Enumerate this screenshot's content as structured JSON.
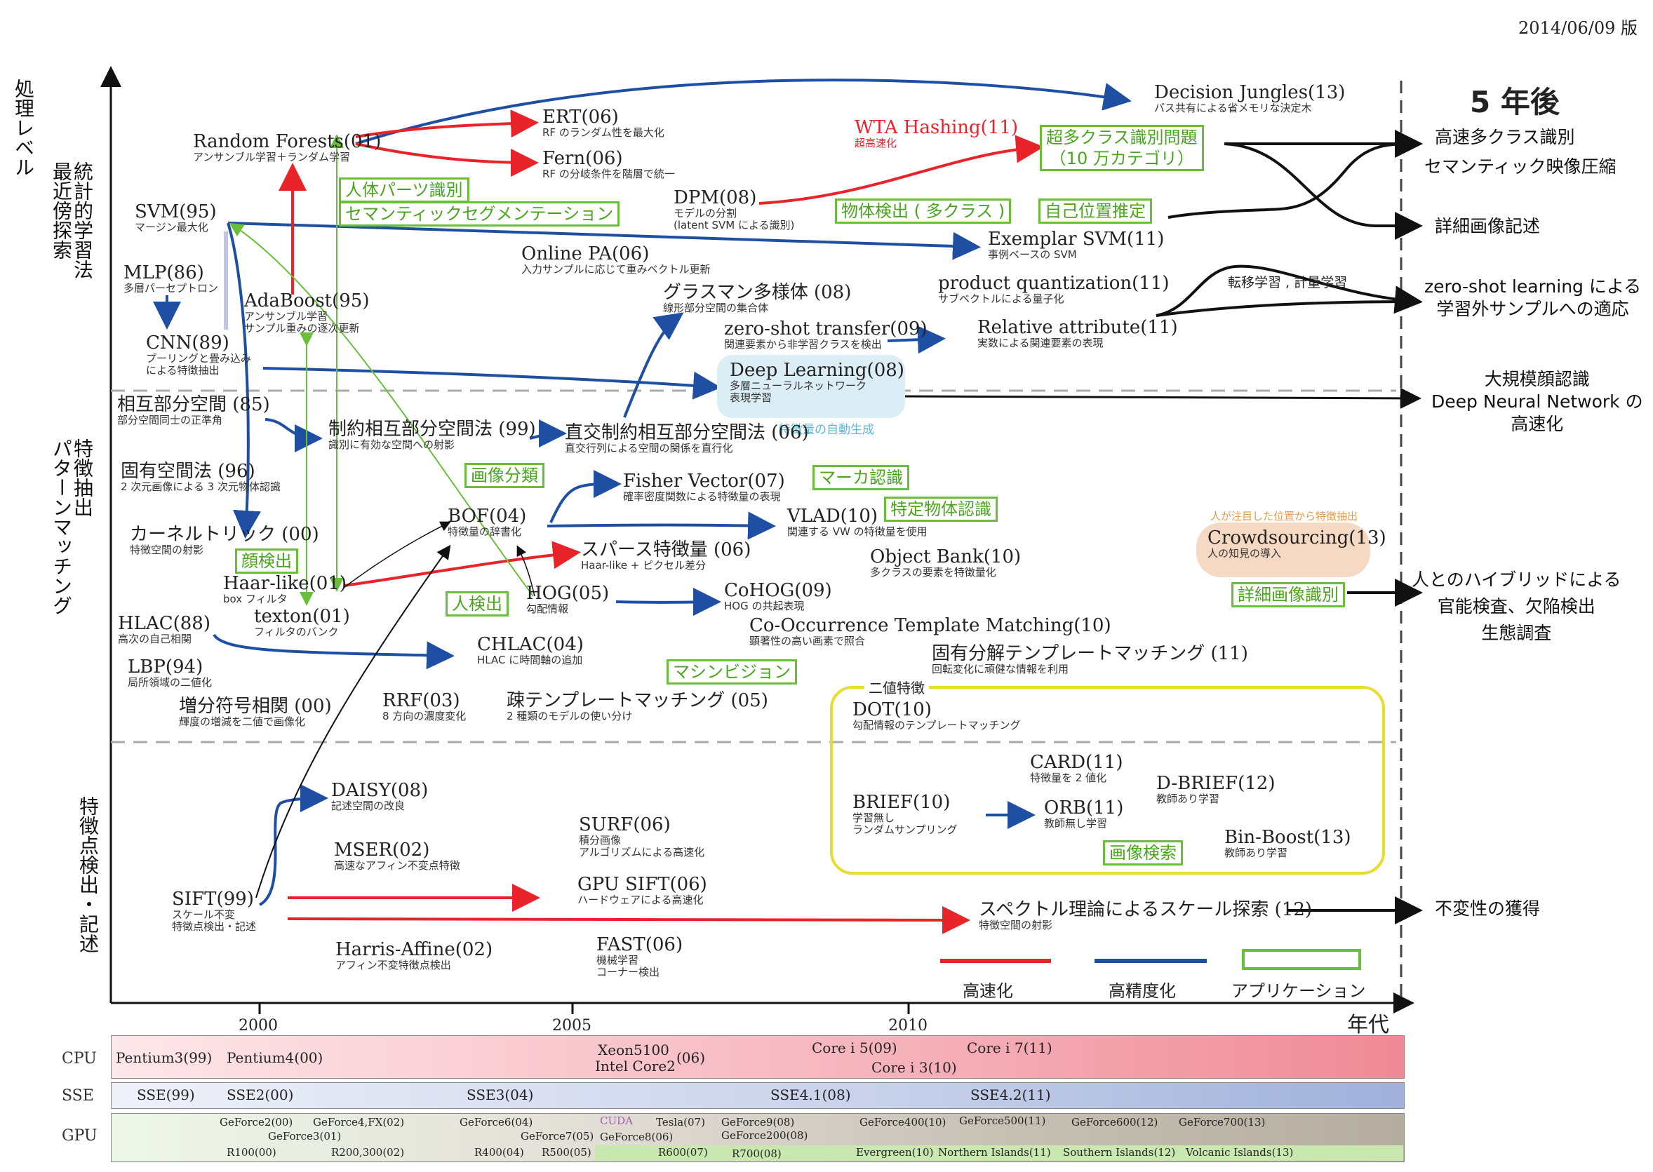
{
  "version": "2014/06/09 版",
  "y_axis_label": "処理レベル",
  "x_axis_label": "年代",
  "future_header": "5 年後",
  "categories": {
    "stat": "統計的学習法\n最近傍探索",
    "pattern": "特徴抽出\nパターンマッチング",
    "keypoint": "特徴点検出・記述"
  },
  "years": [
    "2000",
    "2005",
    "2010"
  ],
  "nodes": {
    "decision_jungles": {
      "title": "Decision Jungles(13)",
      "sub": "パス共有による省メモリな決定木"
    },
    "ert": {
      "title": "ERT(06)",
      "sub": "RF のランダム性を最大化"
    },
    "wta": {
      "title": "WTA Hashing(11)",
      "sub": "超高速化"
    },
    "random_forests": {
      "title": "Random Forests(01)",
      "sub": "アンサンブル学習＋ランダム学習"
    },
    "fern": {
      "title": "Fern(06)",
      "sub": "RF の分岐条件を階層で統一"
    },
    "dpm": {
      "title": "DPM(08)",
      "sub": "モデルの分割\n(latent SVM による識別)"
    },
    "svm": {
      "title": "SVM(95)",
      "sub": "マージン最大化"
    },
    "exemplar_svm": {
      "title": "Exemplar SVM(11)",
      "sub": "事例ベースの SVM"
    },
    "online_pa": {
      "title": "Online PA(06)",
      "sub": "入力サンプルに応じて重みベクトル更新"
    },
    "mlp": {
      "title": "MLP(86)",
      "sub": "多層パーセプトロン"
    },
    "adaboost": {
      "title": "AdaBoost(95)",
      "sub": "アンサンブル学習\nサンプル重みの逐次更新"
    },
    "grassmann": {
      "title": "グラスマン多様体 (08)",
      "sub": "線形部分空間の集合体"
    },
    "product_quantization": {
      "title": "product quantization(11)",
      "sub": "サブベクトルによる量子化"
    },
    "cnn": {
      "title": "CNN(89)",
      "sub": "プーリングと畳み込み\nによる特徴抽出"
    },
    "zero_shot_transfer": {
      "title": "zero-shot transfer(09)",
      "sub": "関連要素から非学習クラスを検出"
    },
    "relative_attribute": {
      "title": "Relative attribute(11)",
      "sub": "実数による関連要素の表現"
    },
    "deep_learning": {
      "title": "Deep Learning(08)",
      "sub": "多層ニューラルネットワーク\n表現学習"
    },
    "msm": {
      "title": "相互部分空間 (85)",
      "sub": "部分空間同士の正準角"
    },
    "cmsm": {
      "title": "制約相互部分空間法 (99)",
      "sub": "識別に有効な空間への射影"
    },
    "omsm": {
      "title": "直交制約相互部分空間法 (06)",
      "sub": "直交行列による空間の関係を直行化"
    },
    "eigenspace": {
      "title": "固有空間法 (96)",
      "sub": "2 次元画像による 3 次元物体認識"
    },
    "fisher_vector": {
      "title": "Fisher Vector(07)",
      "sub": "確率密度関数による特徴量の表現"
    },
    "kernel_trick": {
      "title": "カーネルトリック (00)",
      "sub": "特徴空間の射影"
    },
    "bof": {
      "title": "BOF(04)",
      "sub": "特徴量の辞書化"
    },
    "vlad": {
      "title": "VLAD(10)",
      "sub": "関連する VW の特徴量を使用"
    },
    "sparse": {
      "title": "スパース特徴量 (06)",
      "sub": "Haar-like + ピクセル差分"
    },
    "object_bank": {
      "title": "Object Bank(10)",
      "sub": "多クラスの要素を特徴量化"
    },
    "crowdsourcing": {
      "title": "Crowdsourcing(13)",
      "sub": "人の知見の導入"
    },
    "haar_like": {
      "title": "Haar-like(01)",
      "sub": "box フィルタ"
    },
    "hog": {
      "title": "HOG(05)",
      "sub": "勾配情報"
    },
    "cohog": {
      "title": "CoHOG(09)",
      "sub": "HOG の共起表現"
    },
    "textons": {
      "title": "texton(01)",
      "sub": "フィルタのバンク"
    },
    "cotm": {
      "title": "Co-Occurrence Template Matching(10)",
      "sub": "顕著性の高い画素で照合"
    },
    "hlac": {
      "title": "HLAC(88)",
      "sub": "高次の自己相関"
    },
    "chlac": {
      "title": "CHLAC(04)",
      "sub": "HLAC に時間軸の追加"
    },
    "eigen_tm": {
      "title": "固有分解テンプレートマッチング (11)",
      "sub": "回転変化に頑健な情報を利用"
    },
    "lbp": {
      "title": "LBP(94)",
      "sub": "局所領域の二値化"
    },
    "isc": {
      "title": "増分符号相関 (00)",
      "sub": "輝度の増減を二値で画像化"
    },
    "rrf": {
      "title": "RRF(03)",
      "sub": "8 方向の濃度変化"
    },
    "sparse_tm": {
      "title": "疎テンプレートマッチング (05)",
      "sub": "2 種類のモデルの使い分け"
    },
    "dot": {
      "title": "DOT(10)",
      "sub": "勾配情報のテンプレートマッチング"
    },
    "daisy": {
      "title": "DAISY(08)",
      "sub": "記述空間の改良"
    },
    "card": {
      "title": "CARD(11)",
      "sub": "特徴量を 2 値化"
    },
    "d_brief": {
      "title": "D-BRIEF(12)",
      "sub": "教師あり学習"
    },
    "surf": {
      "title": "SURF(06)",
      "sub": "積分画像\nアルゴリズムによる高速化"
    },
    "brief": {
      "title": "BRIEF(10)",
      "sub": "学習無し\nランダムサンプリング"
    },
    "orb": {
      "title": "ORB(11)",
      "sub": "教師無し学習"
    },
    "mser": {
      "title": "MSER(02)",
      "sub": "高速なアフィン不変点特徴"
    },
    "bin_boost": {
      "title": "Bin-Boost(13)",
      "sub": "教師あり学習"
    },
    "gpu_sift": {
      "title": "GPU SIFT(06)",
      "sub": "ハードウェアによる高速化"
    },
    "sift": {
      "title": "SIFT(99)",
      "sub": "スケール不変\n特徴点検出・記述"
    },
    "spectral": {
      "title": "スペクトル理論によるスケール探索 (12)",
      "sub": "特徴空間の射影"
    },
    "harris_affine": {
      "title": "Harris-Affine(02)",
      "sub": "アフィン不変特徴点検出"
    },
    "fast": {
      "title": "FAST(06)",
      "sub": "機械学習\nコーナー検出"
    }
  },
  "applications": {
    "body_parts": "人体パーツ識別",
    "semantic_seg": "セマンティックセグメンテーション",
    "many_class": "超多クラス識別問題\n（10 万カテゴリ）",
    "object_detection": "物体検出 ( 多クラス )",
    "self_localization": "自己位置推定",
    "image_classification": "画像分類",
    "marker": "マーカ認識",
    "specific_object": "特定物体認識",
    "face_detection": "顔検出",
    "person_detection": "人検出",
    "machine_vision": "マシンビジョン",
    "fine_grained": "詳細画像識別",
    "image_search": "画像検索"
  },
  "annotations": {
    "auto_feature": "特徴量の自動生成",
    "binary_feature": "二値特徴",
    "transfer_metric": "転移学習 , 計量学習",
    "crowd_note": "人が注目した位置から特徴抽出"
  },
  "future": {
    "f1": "高速多クラス識別",
    "f2": "セマンティック映像圧縮",
    "f3": "詳細画像記述",
    "f4": "zero-shot learning による\n学習外サンプルへの適応",
    "f5": "大規模顔認識\nDeep Neural Network の\n高速化",
    "f6": "人とのハイブリッドによる\n官能検査、欠陥検出\n生態調査",
    "f7": "不変性の獲得"
  },
  "legend": {
    "speed": "高速化",
    "accuracy": "高精度化",
    "application": "アプリケーション",
    "speed_color": "#e8232a",
    "accuracy_color": "#1f4fa3",
    "application_color": "#6abf3a"
  },
  "hardware": {
    "cpu_label": "CPU",
    "sse_label": "SSE",
    "gpu_label": "GPU",
    "cpu": [
      "Pentium3(99)",
      "Pentium4(00)",
      "Xeon5100",
      "(06)",
      "Intel Core2",
      "Core i 5(09)",
      "Core i 3(10)",
      "Core i 7(11)"
    ],
    "sse": [
      "SSE(99)",
      "SSE2(00)",
      "SSE3(04)",
      "SSE4.1(08)",
      "SSE4.2(11)"
    ],
    "gpu_top": [
      "GeForce2(00)",
      "GeForce4,FX(02)",
      "GeForce3(01)",
      "GeForce6(04)",
      "GeForce7(05)",
      "CUDA",
      "GeForce8(06)",
      "Tesla(07)",
      "GeForce9(08)",
      "GeForce200(08)",
      "GeForce400(10)",
      "GeForce500(11)",
      "GeForce600(12)",
      "GeForce700(13)"
    ],
    "gpu_bottom": [
      "R100(00)",
      "R200,300(02)",
      "R400(04)",
      "R500(05)",
      "R600(07)",
      "R700(08)",
      "Evergreen(10)",
      "Northern Islands(11)",
      "Southern Islands(12)",
      "Volcanic Islands(13)"
    ]
  }
}
